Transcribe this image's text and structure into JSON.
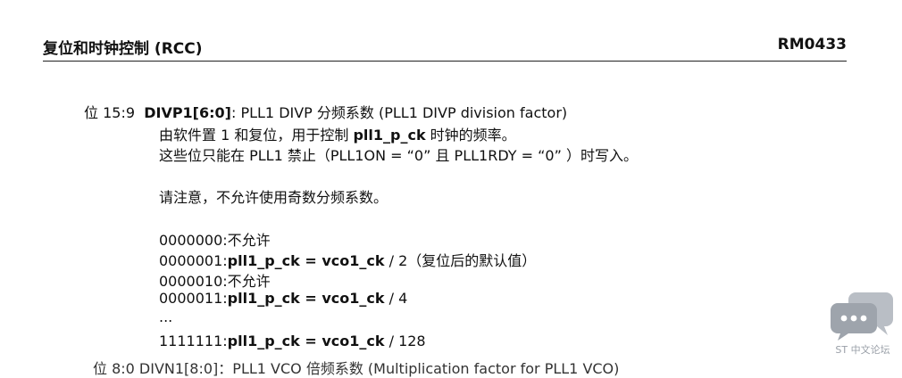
{
  "header": {
    "section_title": "复位和时钟控制 (RCC)",
    "doc_id": "RM0433"
  },
  "field": {
    "bits": "位 15:9",
    "name": "DIVP1[6:0]",
    "sep": ":",
    "desc": "PLL1 DIVP 分频系数 (PLL1 DIVP division factor)"
  },
  "body": {
    "l1_pre": "由软件置 1 和复位，用于控制 ",
    "l1_bold": "pll1_p_ck",
    "l1_post": " 时钟的频率。",
    "l2": "这些位只能在 PLL1 禁止（PLL1ON = “0” 且 PLL1RDY = “0” ）时写入。",
    "note": "请注意，不允许使用奇数分频系数。"
  },
  "values": [
    {
      "code": "0000000:",
      "bold": "",
      "rest": "不允许"
    },
    {
      "code": "0000001:",
      "bold": "pll1_p_ck = vco1_ck",
      "rest": " / 2（复位后的默认值）"
    },
    {
      "code": "0000010:",
      "bold": "",
      "rest": "不允许"
    },
    {
      "code": "0000011:",
      "bold": "pll1_p_ck = vco1_ck",
      "rest": " / 4"
    },
    {
      "code": "...",
      "bold": "",
      "rest": ""
    },
    {
      "code": "1111111:",
      "bold": "pll1_p_ck = vco1_ck",
      "rest": " / 128"
    }
  ],
  "cutoff_line": "位 8:0  DIVN1[8:0]：PLL1 VCO 倍频系数 (Multiplication factor for PLL1 VCO)",
  "watermark": {
    "text": "ST 中文论坛",
    "icon": "chat-bubbles-icon",
    "color": "#a3a9b1"
  }
}
